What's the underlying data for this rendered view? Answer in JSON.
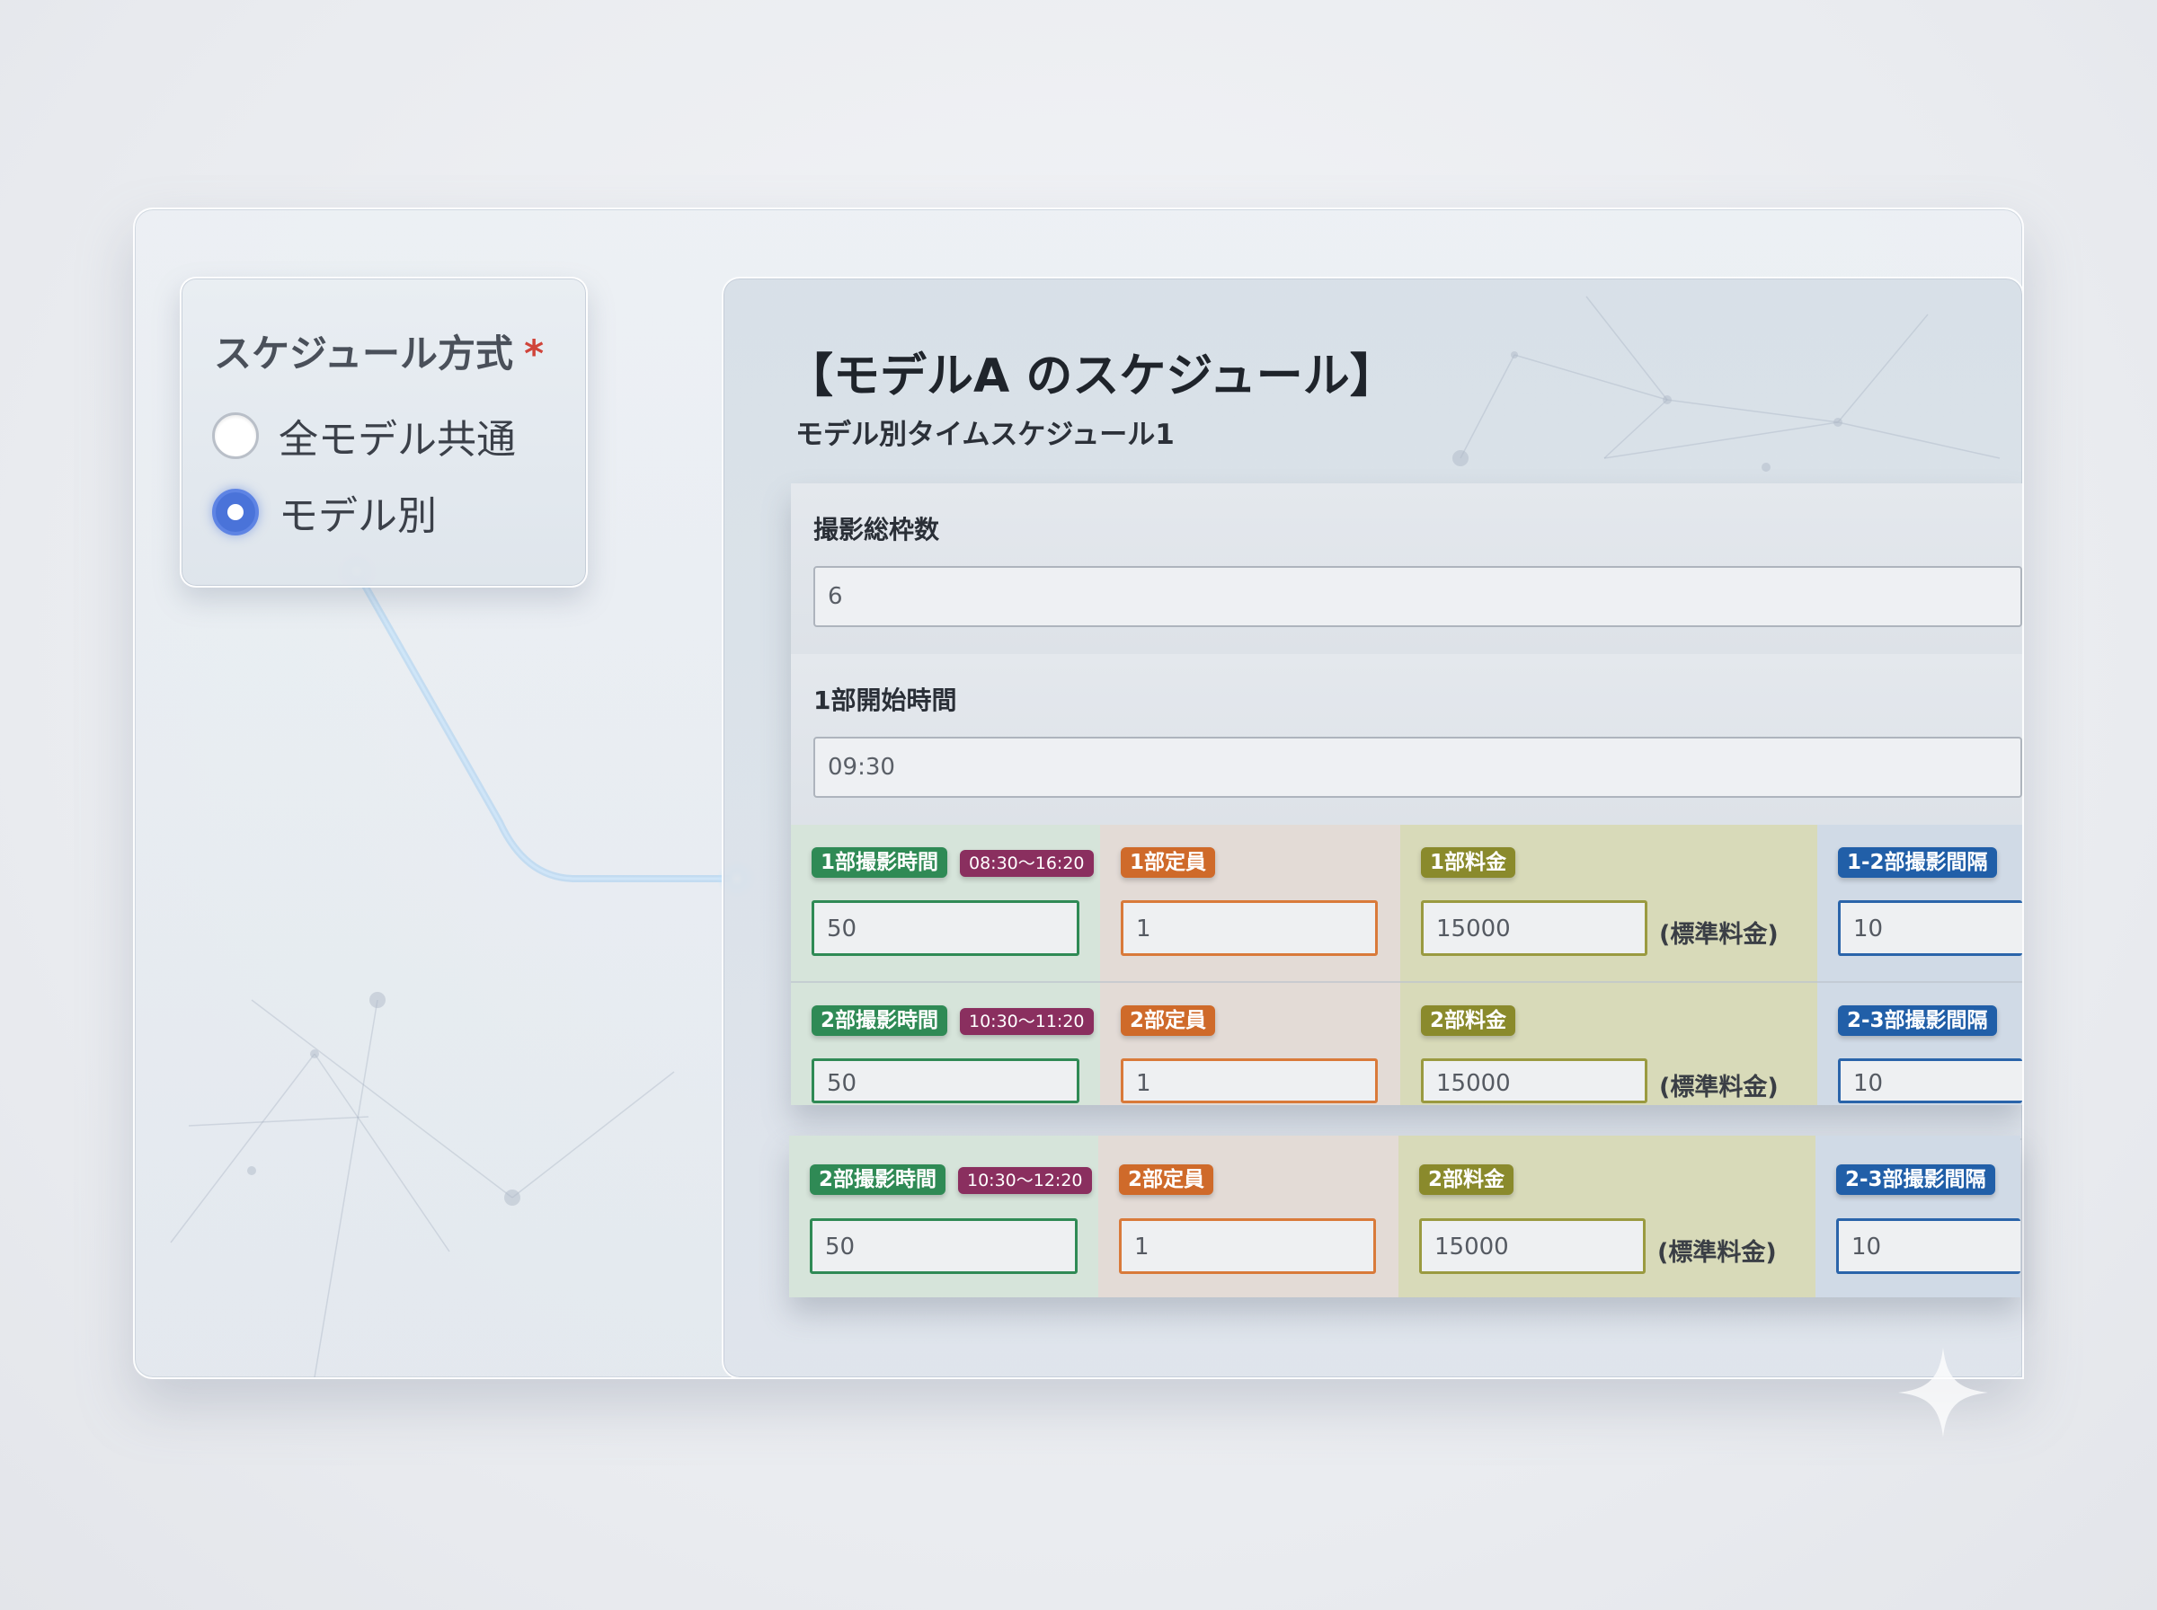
{
  "schedule_type": {
    "label": "スケジュール方式",
    "required_mark": "*",
    "options": [
      {
        "label": "全モデル共通",
        "selected": false
      },
      {
        "label": "モデル別",
        "selected": true
      }
    ]
  },
  "panel": {
    "title": "【モデルA のスケジュール】",
    "subtitle": "モデル別タイムスケジュール1"
  },
  "fields": {
    "total_slots": {
      "label": "撮影総枠数",
      "value": "6"
    },
    "start_time": {
      "label": "1部開始時間",
      "value": "09:30"
    }
  },
  "rows": [
    {
      "duration_label": "1部撮影時間",
      "time_range": "08:30～16:20",
      "duration_value": "50",
      "capacity_label": "1部定員",
      "capacity_value": "1",
      "fee_label": "1部料金",
      "fee_value": "15000",
      "fee_note": "(標準料金)",
      "interval_label": "1-2部撮影間隔",
      "interval_value": "10"
    },
    {
      "duration_label": "2部撮影時間",
      "time_range": "10:30～11:20",
      "duration_value": "50",
      "capacity_label": "2部定員",
      "capacity_value": "1",
      "fee_label": "2部料金",
      "fee_value": "15000",
      "fee_note": "(標準料金)",
      "interval_label": "2-3部撮影間隔",
      "interval_value": "10"
    },
    {
      "duration_label": "2部撮影時間",
      "time_range": "10:30～12:20",
      "duration_value": "50",
      "capacity_label": "2部定員",
      "capacity_value": "1",
      "fee_label": "2部料金",
      "fee_value": "15000",
      "fee_note": "(標準料金)",
      "interval_label": "2-3部撮影間隔",
      "interval_value": "10"
    }
  ],
  "colors": {
    "accent_radio": "#4a73d9",
    "duration": "#2f8a55",
    "time_range": "#8a2f5f",
    "capacity": "#cf6a2a",
    "fee": "#8a8a2c",
    "interval": "#215fa8",
    "required": "#d0443a"
  },
  "icons": [
    "radio-unselected-icon",
    "radio-selected-icon",
    "sparkle-icon"
  ]
}
